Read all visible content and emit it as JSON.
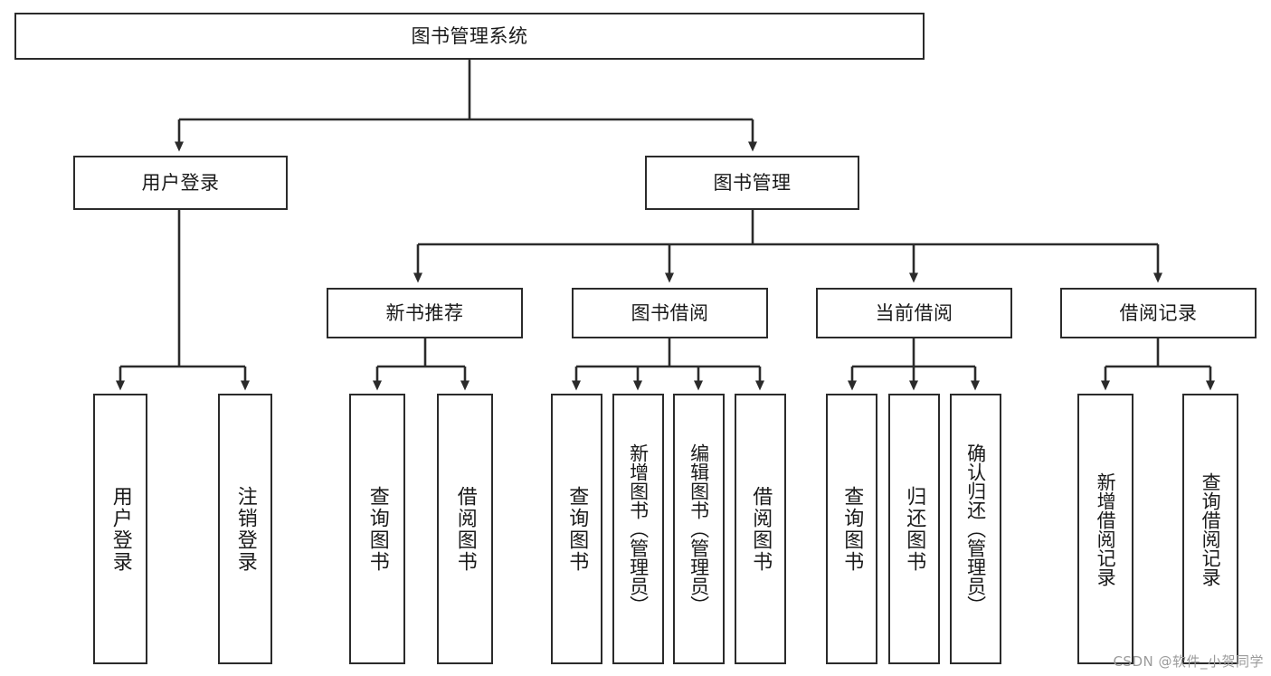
{
  "diagram": {
    "title": "图书管理系统",
    "type": "tree-hierarchy-diagram",
    "colors": {
      "stroke": "#2b2b2b",
      "fill": "#ffffff",
      "text": "#1a1a1a",
      "watermark": "#9b9b9b"
    },
    "root": {
      "label": "图书管理系统"
    },
    "level2": [
      {
        "label": "用户登录"
      },
      {
        "label": "图书管理"
      }
    ],
    "level3": [
      {
        "label": "新书推荐"
      },
      {
        "label": "图书借阅"
      },
      {
        "label": "当前借阅"
      },
      {
        "label": "借阅记录"
      }
    ],
    "leaves": {
      "user_login": [
        {
          "label": "用户登录"
        },
        {
          "label": "注销登录"
        }
      ],
      "new_book_recommend": [
        {
          "label": "查询图书"
        },
        {
          "label": "借阅图书"
        }
      ],
      "book_borrow": [
        {
          "label": "查询图书"
        },
        {
          "label": "新增图书（管理员）"
        },
        {
          "label": "编辑图书（管理员）"
        },
        {
          "label": "借阅图书"
        }
      ],
      "current_borrow": [
        {
          "label": "查询图书"
        },
        {
          "label": "归还图书"
        },
        {
          "label": "确认归还（管理员）"
        }
      ],
      "borrow_record": [
        {
          "label": "新增借阅记录"
        },
        {
          "label": "查询借阅记录"
        }
      ]
    }
  },
  "watermark": {
    "text": "CSDN @软件_小贺同学"
  }
}
